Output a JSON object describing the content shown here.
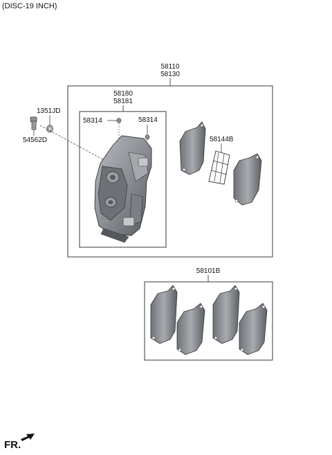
{
  "header": {
    "title": "(DISC-19 INCH)"
  },
  "labels": {
    "assy_1": "58110",
    "assy_2": "58130",
    "caliper_1": "58180",
    "caliper_2": "58181",
    "bolt_washer": "1351JD",
    "bolt": "54562D",
    "pin_left": "58314",
    "pin_right": "58314",
    "spring_clip": "58144B",
    "pad_kit": "58101B"
  },
  "footer": {
    "front_marker": "FR."
  }
}
